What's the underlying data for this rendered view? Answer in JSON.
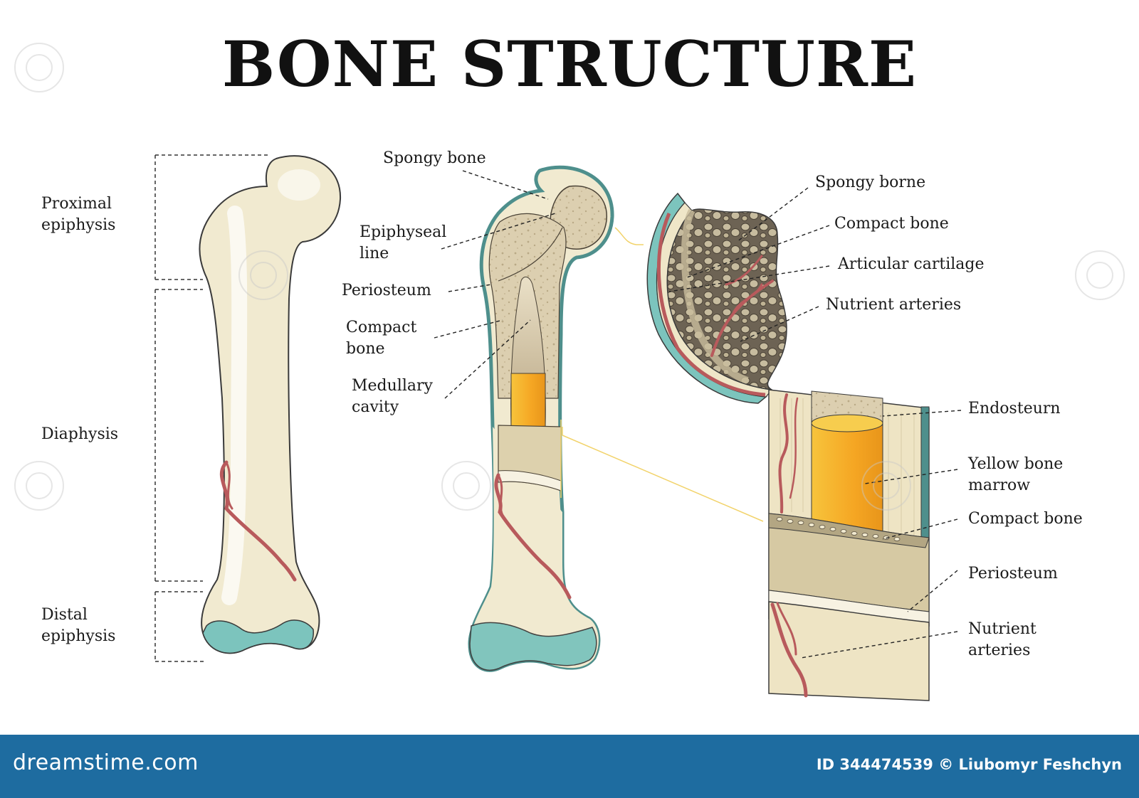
{
  "title": "BONE STRUCTURE",
  "labels": {
    "proximal_epiphysis": [
      "Proximal",
      "epiphysis"
    ],
    "diaphysis": [
      "Diaphysis"
    ],
    "distal_epiphysis": [
      "Distal",
      "epiphysis"
    ],
    "spongy_bone": [
      "Spongy bone"
    ],
    "epiphyseal_line": [
      "Epiphyseal",
      "line"
    ],
    "periosteum_mid": [
      "Periosteum"
    ],
    "compact_bone_mid": [
      "Compact",
      "bone"
    ],
    "medullary_cavity": [
      "Medullary",
      "cavity"
    ],
    "spongy_borne": [
      "Spongy borne"
    ],
    "compact_bone_top": [
      "Compact bone"
    ],
    "articular_cartilage": [
      "Articular cartilage"
    ],
    "nutrient_arteries_top": [
      "Nutrient arteries"
    ],
    "endosteurn": [
      "Endosteurn"
    ],
    "yellow_bone_marrow": [
      "Yellow bone",
      "marrow"
    ],
    "compact_bone_bottom": [
      "Compact bone"
    ],
    "periosteum_bottom": [
      "Periosteum"
    ],
    "nutrient_arteries_bottom": [
      "Nutrient",
      "arteries"
    ]
  },
  "footer": {
    "brand": "dreamstime.com",
    "credit": "ID 344474539 © Liubomyr Feshchyn"
  },
  "colors": {
    "bone": "#f1ead0",
    "bone_shade": "#e2d7b2",
    "cartilage": "#7cc4bd",
    "periosteum": "#4e8f8c",
    "artery": "#b85a5c",
    "marrow": "#f6b52e",
    "spongy": "#d9ccab",
    "footer_bg": "#1e6ca0"
  }
}
